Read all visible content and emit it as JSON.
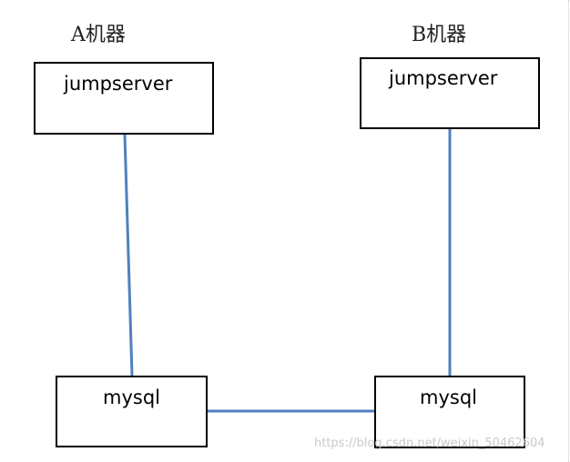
{
  "diagram": {
    "machine_a_label": "A机器",
    "machine_b_label": "B机器",
    "machine_a_server": "jumpserver",
    "machine_b_server": "jumpserver",
    "machine_a_db": "mysql",
    "machine_b_db": "mysql",
    "line_color": "#4f81bd",
    "box_border_color": "#000000"
  },
  "watermark": "https://blog.csdn.net/weixin_50462604"
}
